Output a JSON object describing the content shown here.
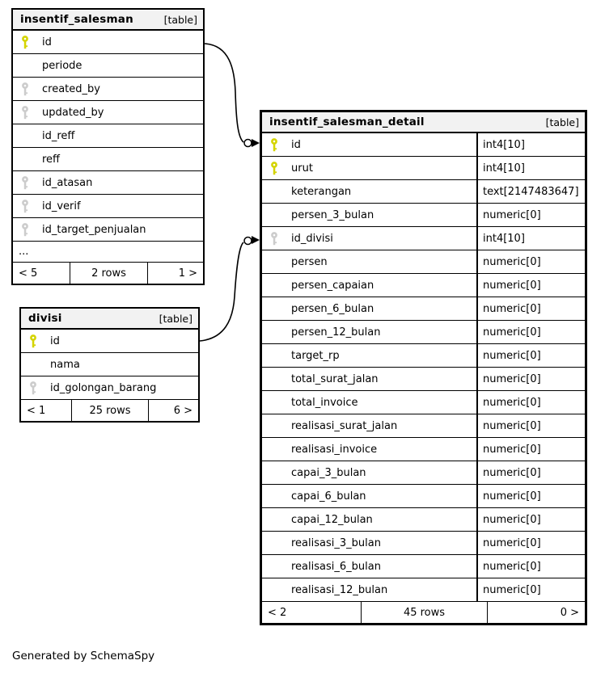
{
  "diagram": {
    "generator_note": "Generated by SchemaSpy",
    "colors": {
      "primary_key": "#d4d400",
      "foreign_key": "#cccccc",
      "header_bg": "#f2f2f2",
      "border": "#000000"
    },
    "tables": [
      {
        "name": "insentif_salesman",
        "tag": "[table]",
        "has_types": false,
        "columns": [
          {
            "name": "id",
            "key": "pk"
          },
          {
            "name": "periode",
            "key": ""
          },
          {
            "name": "created_by",
            "key": "fk"
          },
          {
            "name": "updated_by",
            "key": "fk"
          },
          {
            "name": "id_reff",
            "key": ""
          },
          {
            "name": "reff",
            "key": ""
          },
          {
            "name": "id_atasan",
            "key": "fk"
          },
          {
            "name": "id_verif",
            "key": "fk"
          },
          {
            "name": "id_target_penjualan",
            "key": "fk"
          },
          {
            "name": "...",
            "key": "",
            "ellipsis": true
          }
        ],
        "footer": {
          "left": "< 5",
          "center": "2 rows",
          "right": "1 >"
        }
      },
      {
        "name": "divisi",
        "tag": "[table]",
        "has_types": false,
        "columns": [
          {
            "name": "id",
            "key": "pk"
          },
          {
            "name": "nama",
            "key": ""
          },
          {
            "name": "id_golongan_barang",
            "key": "fk"
          }
        ],
        "footer": {
          "left": "< 1",
          "center": "25 rows",
          "right": "6 >"
        }
      },
      {
        "name": "insentif_salesman_detail",
        "tag": "[table]",
        "has_types": true,
        "columns": [
          {
            "name": "id",
            "key": "pk",
            "type": "int4[10]"
          },
          {
            "name": "urut",
            "key": "pk",
            "type": "int4[10]"
          },
          {
            "name": "keterangan",
            "key": "",
            "type": "text[2147483647]"
          },
          {
            "name": "persen_3_bulan",
            "key": "",
            "type": "numeric[0]"
          },
          {
            "name": "id_divisi",
            "key": "fk",
            "type": "int4[10]"
          },
          {
            "name": "persen",
            "key": "",
            "type": "numeric[0]"
          },
          {
            "name": "persen_capaian",
            "key": "",
            "type": "numeric[0]"
          },
          {
            "name": "persen_6_bulan",
            "key": "",
            "type": "numeric[0]"
          },
          {
            "name": "persen_12_bulan",
            "key": "",
            "type": "numeric[0]"
          },
          {
            "name": "target_rp",
            "key": "",
            "type": "numeric[0]"
          },
          {
            "name": "total_surat_jalan",
            "key": "",
            "type": "numeric[0]"
          },
          {
            "name": "total_invoice",
            "key": "",
            "type": "numeric[0]"
          },
          {
            "name": "realisasi_surat_jalan",
            "key": "",
            "type": "numeric[0]"
          },
          {
            "name": "realisasi_invoice",
            "key": "",
            "type": "numeric[0]"
          },
          {
            "name": "capai_3_bulan",
            "key": "",
            "type": "numeric[0]"
          },
          {
            "name": "capai_6_bulan",
            "key": "",
            "type": "numeric[0]"
          },
          {
            "name": "capai_12_bulan",
            "key": "",
            "type": "numeric[0]"
          },
          {
            "name": "realisasi_3_bulan",
            "key": "",
            "type": "numeric[0]"
          },
          {
            "name": "realisasi_6_bulan",
            "key": "",
            "type": "numeric[0]"
          },
          {
            "name": "realisasi_12_bulan",
            "key": "",
            "type": "numeric[0]"
          }
        ],
        "footer": {
          "left": "< 2",
          "center": "45 rows",
          "right": "0 >"
        }
      }
    ],
    "relationships": [
      {
        "from": "insentif_salesman.id",
        "to": "insentif_salesman_detail.id"
      },
      {
        "from": "divisi.id",
        "to": "insentif_salesman_detail.id_divisi"
      }
    ]
  }
}
